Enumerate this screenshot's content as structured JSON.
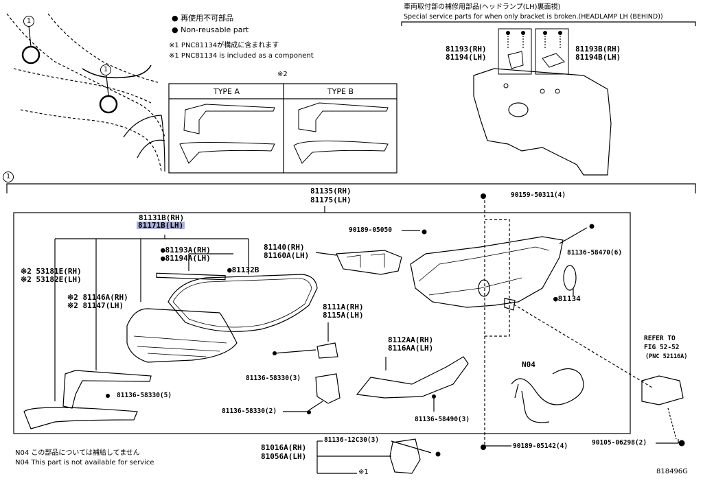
{
  "legend": {
    "non_reusable_jp": "再使用不可部品",
    "non_reusable_en": "Non-reusable part",
    "note1_jp": "※1 PNC81134が構成に含まれます",
    "note1_en": "※1 PNC81134 is included as a component"
  },
  "type_box": {
    "mark": "※2",
    "type_a": "TYPE A",
    "type_b": "TYPE B"
  },
  "service": {
    "title_jp": "車両取付部の補修用部品(ヘッドランプ(LH)裏面視)",
    "title_en": "Special service parts for when only bracket is broken.(HEADLAMP LH (BEHIND))",
    "left_rh": "81193(RH)",
    "left_lh": "81194(LH)",
    "right_rh": "81193B(RH)",
    "right_lh": "81194B(LH)"
  },
  "callout": "1",
  "parts": {
    "assy_rh": "81135(RH)",
    "assy_lh": "81175(LH)",
    "lens_rh": "81131B(RH)",
    "lens_lh": "81171B(LH)",
    "seal_rh": "●81193A(RH)",
    "seal_lh": "●81194A(LH)",
    "gasket": "●81132B",
    "cover_rh": "※2 53181E(RH)",
    "cover_lh": "※2 53182E(LH)",
    "garnish_rh": "※2 81146A(RH)",
    "garnish_lh": "※2 81147(LH)",
    "screw_5": "81136-58330(5)",
    "screw_3": "81136-58330(3)",
    "screw_2": "81136-58330(2)",
    "reflector_rh": "81140(RH)",
    "reflector_lh": "81160A(LH)",
    "clip": "90189-05050",
    "bracket_rh": "8111A(RH)",
    "bracket_lh": "8115A(LH)",
    "drl_rh": "8112AA(RH)",
    "drl_lh": "8116AA(LH)",
    "screw_490": "81136-58490(3)",
    "bolt_top": "90159-50311(4)",
    "screw_470": "81136-58470(6)",
    "oring": "●81134",
    "harness": "N04",
    "refer_1": "REFER TO",
    "refer_2": "FIG 52-52",
    "refer_3": "(PNC 52116A)",
    "bolt_298": "90105-06298(2)",
    "nut_142": "90189-05142(4)",
    "ecu_rh": "81016A(RH)",
    "ecu_lh": "81056A(LH)",
    "ecu_screw": "81136-12C30(3)",
    "ecu_mark": "※1"
  },
  "footer": {
    "n04_jp": "N04 この部品については補給してません",
    "n04_en": "N04 This part is not available for service",
    "figure_code": "818496G"
  }
}
